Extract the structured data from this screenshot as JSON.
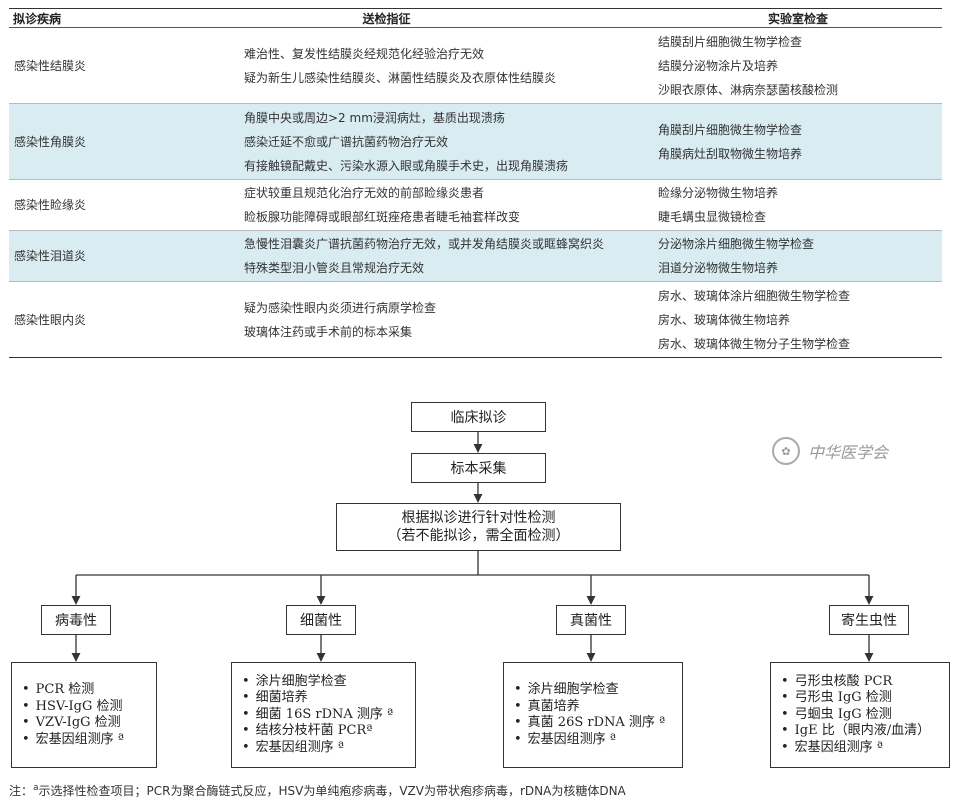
{
  "table": {
    "headers": [
      "拟诊疾病",
      "送检指征",
      "实验室检查"
    ],
    "rows": [
      {
        "disease": "感染性结膜炎",
        "indications": [
          "难治性、复发性结膜炎经规范化经验治疗无效",
          "疑为新生儿感染性结膜炎、淋菌性结膜炎及衣原体性结膜炎"
        ],
        "tests": [
          "结膜刮片细胞微生物学检查",
          "结膜分泌物涂片及培养",
          "沙眼衣原体、淋病奈瑟菌核酸检测"
        ],
        "shaded": false
      },
      {
        "disease": "感染性角膜炎",
        "indications": [
          "角膜中央或周边>2 mm浸润病灶，基质出现溃疡",
          "感染迁延不愈或广谱抗菌药物治疗无效",
          "有接触镜配戴史、污染水源入眼或角膜手术史，出现角膜溃疡"
        ],
        "tests": [
          "角膜刮片细胞微生物学检查",
          "角膜病灶刮取物微生物培养"
        ],
        "shaded": true
      },
      {
        "disease": "感染性睑缘炎",
        "indications": [
          "症状较重且规范化治疗无效的前部睑缘炎患者",
          "睑板腺功能障碍或眼部红斑痤疮患者睫毛袖套样改变"
        ],
        "tests": [
          "睑缘分泌物微生物培养",
          "睫毛螨虫显微镜检查"
        ],
        "shaded": false
      },
      {
        "disease": "感染性泪道炎",
        "indications": [
          "急慢性泪囊炎广谱抗菌药物治疗无效，或并发角结膜炎或眶蜂窝织炎",
          "特殊类型泪小管炎且常规治疗无效"
        ],
        "tests": [
          "分泌物涂片细胞微生物学检查",
          "泪道分泌物微生物培养"
        ],
        "shaded": true
      },
      {
        "disease": "感染性眼内炎",
        "indications": [
          "疑为感染性眼内炎须进行病原学检查",
          "玻璃体注药或手术前的标本采集"
        ],
        "tests": [
          "房水、玻璃体涂片细胞微生物学检查",
          "房水、玻璃体微生物培养",
          "房水、玻璃体微生物分子生物学检查"
        ],
        "shaded": false
      }
    ]
  },
  "flow": {
    "step1": "临床拟诊",
    "step2": "标本采集",
    "step3_line1": "根据拟诊进行针对性检测",
    "step3_line2": "（若不能拟诊，需全面检测）",
    "categories": [
      "病毒性",
      "细菌性",
      "真菌性",
      "寄生虫性"
    ],
    "lists": [
      [
        "PCR 检测",
        "HSV-IgG 检测",
        "VZV-IgG 检测",
        "宏基因组测序 ª"
      ],
      [
        "涂片细胞学检查",
        "细菌培养",
        "细菌 16S rDNA 测序 ª",
        "结核分枝杆菌 PCRª",
        "宏基因组测序 ª"
      ],
      [
        "涂片细胞学检查",
        "真菌培养",
        "真菌 26S rDNA 测序 ª",
        "宏基因组测序 ª"
      ],
      [
        "弓形虫核酸 PCR",
        "弓形虫 IgG 检测",
        "弓蛔虫 IgG 检测",
        "IgE 比（眼内液/血清）",
        "宏基因组测序 ª"
      ]
    ],
    "line_color": "#333333"
  },
  "watermark": "中华医学会",
  "note": {
    "prefix": "注：",
    "sup": "a",
    "text": "示选择性检查项目；PCR为聚合酶链式反应，HSV为单纯疱疹病毒，VZV为带状疱疹病毒，rDNA为核糖体DNA"
  }
}
